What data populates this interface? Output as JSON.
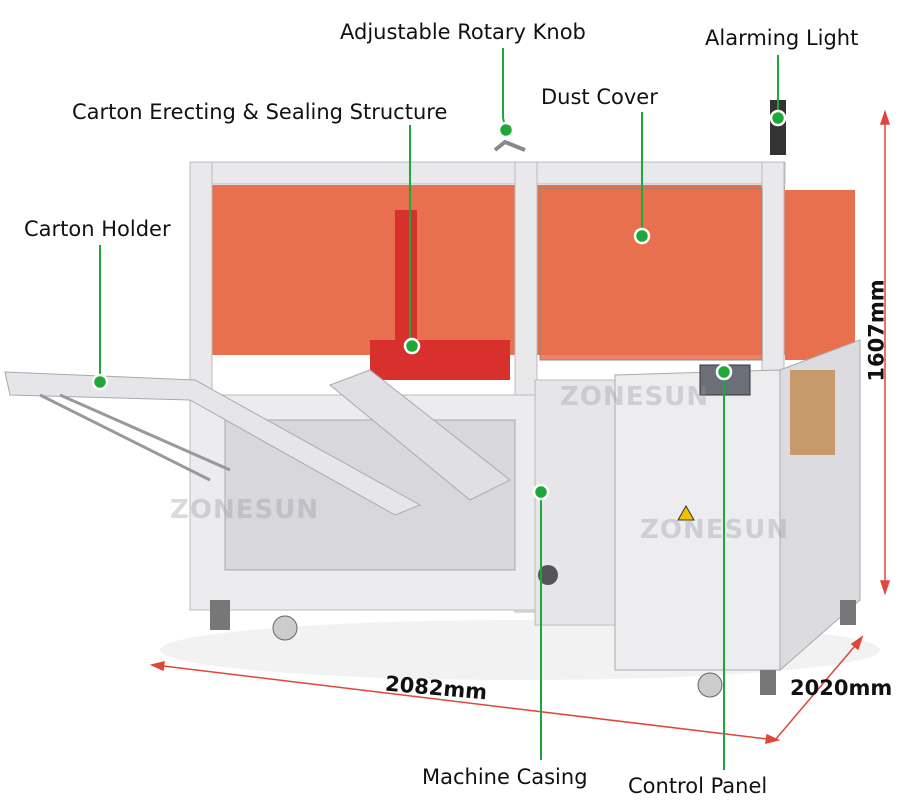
{
  "callouts": [
    {
      "id": "knob",
      "label": "Adjustable Rotary Knob"
    },
    {
      "id": "light",
      "label": "Alarming Light"
    },
    {
      "id": "dust",
      "label": "Dust Cover"
    },
    {
      "id": "structure",
      "label": "Carton Erecting & Sealing Structure"
    },
    {
      "id": "holder",
      "label": "Carton Holder"
    },
    {
      "id": "casing",
      "label": "Machine Casing"
    },
    {
      "id": "panel",
      "label": "Control Panel"
    }
  ],
  "dimensions": {
    "height": "1607mm",
    "length": "2082mm",
    "width": "2020mm"
  },
  "watermark": "ZONESUN",
  "colors": {
    "callout": "#1fa83a",
    "dimension": "#e0463a",
    "panel": "#e8704f",
    "frame": "#e9e9ec"
  }
}
